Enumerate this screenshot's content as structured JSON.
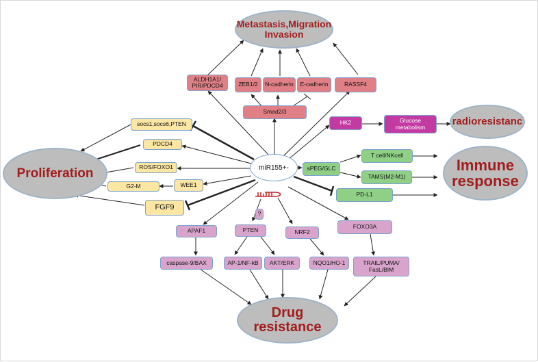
{
  "hubs": {
    "metastasis": "Metastasis,Migration Invasion",
    "proliferation": "Proliferation",
    "immune": "Immune response",
    "drug": "Drug resistance",
    "radio": "radioresistanc"
  },
  "center": "miR155+-",
  "metastasis_nodes": {
    "aldh": "ALDH1A1/ PIR/PDCD4",
    "zeb": "ZEB1/2",
    "ncad": "N-cadherin",
    "ecad": "E-cadherin",
    "rassf4": "RASSF4",
    "smad": "Smad2/3"
  },
  "radio_nodes": {
    "hk2": "HK2",
    "glucose": "Glucose metabolism"
  },
  "proliferation_nodes": {
    "socs": "socs1,socs6,PTEN",
    "pdcd4": "PDCD4",
    "ros": "ROS/FOXO1",
    "wee1": "WEE1",
    "g2m": "G2-M",
    "fgf9": "FGF9"
  },
  "immune_nodes": {
    "speg": "sPEG/GLC",
    "tcell": "T cell/NKcell",
    "tams": "TAMS(M2-M1)",
    "pdl1": "PD-L1"
  },
  "drug_nodes": {
    "apaf1": "APAF1",
    "caspase": "caspase-9/BAX",
    "question": "?",
    "pten": "PTEN",
    "ap1": "AP-1/NF-kB",
    "akt": "AKT/ERK",
    "nrf2": "NRF2",
    "nqo1": "NQO1/HO-1",
    "foxo3a": "FOXO3A",
    "trail": "TRAIL/PUMA/ FasL/BIM"
  },
  "colors": {
    "hub_fill": "#bdbdbd",
    "hub_text": "#a21d1d",
    "metastasis_box": "#e07f85",
    "proliferation_box": "#fbe6a3",
    "drug_box": "#d8a4cb",
    "immune_box": "#8fcf86",
    "radio_box": "#c43aa3",
    "box_border": "#7aa2cf"
  }
}
